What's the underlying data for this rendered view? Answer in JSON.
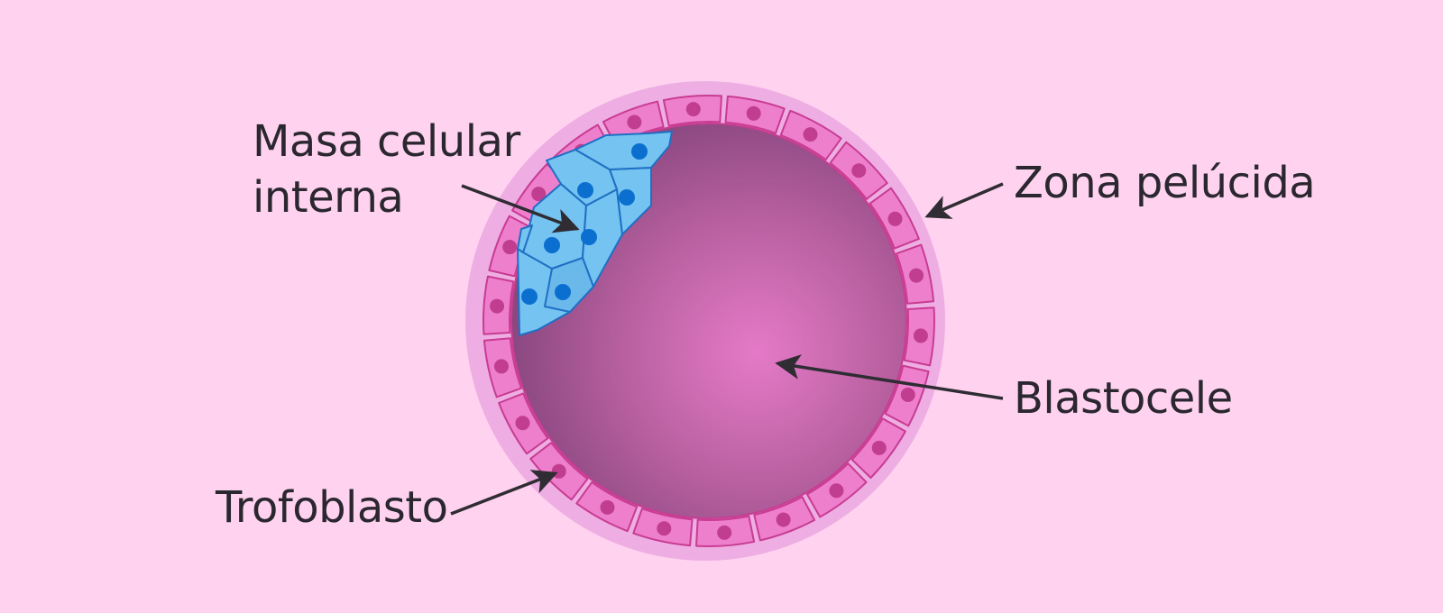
{
  "labels": {
    "inner_cell_mass_line1": "Masa celular",
    "inner_cell_mass_line2": "interna",
    "zona_pellucida": "Zona pelúcida",
    "blastocoel": "Blastocele",
    "trophoblast": "Trofoblasto"
  },
  "colors": {
    "background": "#ffd3ef",
    "zona_pellucida": "#eeaee3",
    "trophoblast_cell_fill": "#ee7fcd",
    "trophoblast_cell_stroke": "#c83c92",
    "trophoblast_nucleus": "#c13d8f",
    "inner_cell_fill": "#74c3f1",
    "inner_cell_stroke": "#1f6fc4",
    "inner_cell_nucleus": "#0b6fd0",
    "blastocoel_center": "#e57ac8",
    "blastocoel_edge": "#8a4880",
    "arrow": "#2f2c33",
    "label_text": "#2b2730"
  },
  "components": {
    "trophoblast_cells": "ring of flattened cells",
    "inner_cell_mass_cells": "cluster of blue cells",
    "arrow_icon": "arrow-icon"
  }
}
